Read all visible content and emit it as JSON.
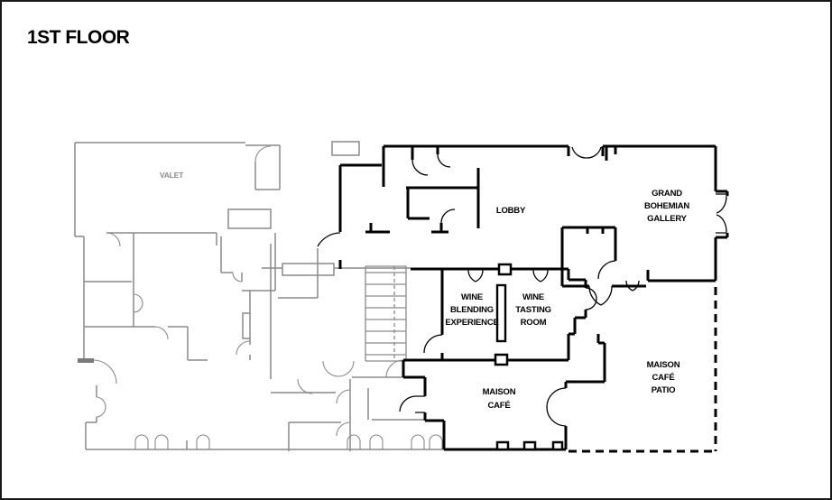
{
  "title": "1ST FLOOR",
  "colors": {
    "wall_black": "#000000",
    "wall_gray": "#8a8a8a",
    "lintel_gray": "#7a7a7a",
    "background": "#ffffff"
  },
  "rooms": {
    "valet": {
      "label": "VALET"
    },
    "lobby": {
      "label": "LOBBY"
    },
    "gallery": {
      "lines": [
        "GRAND",
        "BOHEMIAN",
        "GALLERY"
      ]
    },
    "wine_blending": {
      "lines": [
        "WINE",
        "BLENDING",
        "EXPERIENCE"
      ]
    },
    "wine_tasting": {
      "lines": [
        "WINE",
        "TASTING",
        "ROOM"
      ]
    },
    "maison_cafe": {
      "lines": [
        "MAISON",
        "CAFÉ"
      ]
    },
    "maison_cafe_patio": {
      "lines": [
        "MAISON",
        "CAFÉ",
        "PATIO"
      ]
    }
  }
}
